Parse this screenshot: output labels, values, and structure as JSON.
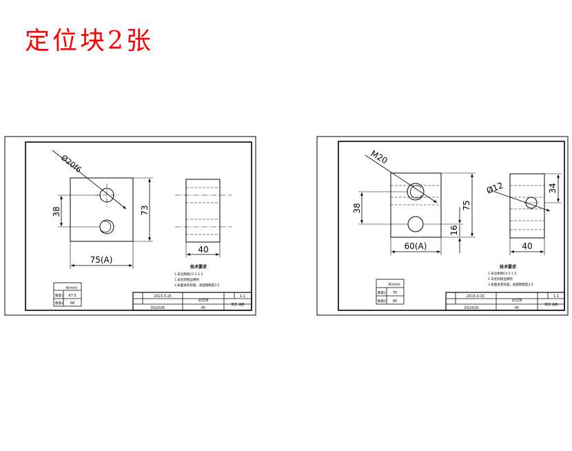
{
  "title": "定位块2张",
  "colors": {
    "title": "#ff0000",
    "line": "#000000",
    "background": "#ffffff"
  },
  "drawing_left": {
    "dim_diameter": "Ø20f6",
    "dim_spacing": "38",
    "dim_height": "73",
    "dim_width": "75(A)",
    "dim_side_width": "40",
    "notes_title": "技术要求",
    "notes": [
      "1.未注倒角C0.5-1.5",
      "2.去毛刺锐边倒钝",
      "3.表面发黑处理，表面粗糙度3.2"
    ],
    "param_table": {
      "header": "A(mm)",
      "rows": [
        {
          "label": "数量1",
          "value": "67.5"
        },
        {
          "label": "数量2",
          "value": "68"
        }
      ]
    },
    "title_block": {
      "date": "2013-3-15",
      "part_name": "定位块",
      "scale": "1:1",
      "drawing_no": "DG2026",
      "material": "45",
      "process": "发黑 调质"
    }
  },
  "drawing_right": {
    "dim_thread": "M20",
    "dim_spacing": "38",
    "dim_height": "75",
    "dim_offset": "16",
    "dim_width": "60(A)",
    "dim_side_diameter": "Ø12",
    "dim_side_height": "34",
    "dim_side_width": "40",
    "notes_title": "技术要求",
    "notes": [
      "1.未注倒角C0.5-1.5",
      "2.去毛刺锐边倒钝",
      "3.表面发黑处理，表面粗糙度3.2"
    ],
    "param_table": {
      "header": "A(mm)",
      "rows": [
        {
          "label": "数量1",
          "value": "75"
        },
        {
          "label": "数量2",
          "value": "90"
        }
      ]
    },
    "title_block": {
      "date": "2013-3-15",
      "part_name": "定位块",
      "scale": "1:1",
      "drawing_no": "DG2024",
      "material": "45",
      "process": "发黑 调质"
    }
  }
}
